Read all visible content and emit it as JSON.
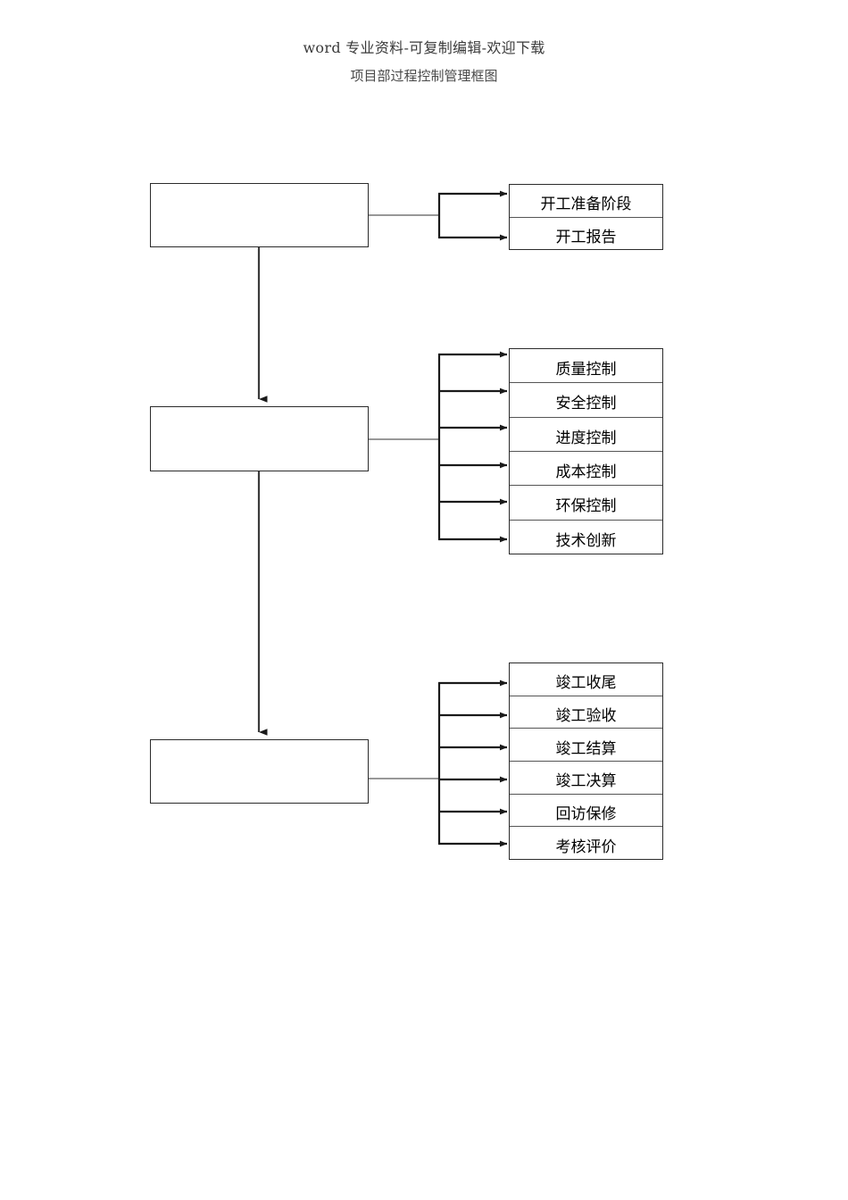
{
  "header": {
    "watermark_text": "word 专业资料-可复制编辑-欢迎下载",
    "document_title": "项目部过程控制管理框图"
  },
  "diagram": {
    "type": "flowchart",
    "orientation": "vertical-with-right-branches",
    "colors": {
      "box_border": "#2b2b2b",
      "cell_divider": "#555555",
      "connector": "#2b2b2b",
      "background": "#ffffff",
      "header_text": "#3a3a3a",
      "title_text": "#4a4a4a"
    },
    "stages": [
      {
        "id": "stage-1",
        "stage_label": "",
        "items": [
          {
            "label": "开工准备阶段"
          },
          {
            "label": "开工报告"
          }
        ]
      },
      {
        "id": "stage-2",
        "stage_label": "",
        "items": [
          {
            "label": "质量控制"
          },
          {
            "label": "安全控制"
          },
          {
            "label": "进度控制"
          },
          {
            "label": "成本控制"
          },
          {
            "label": "环保控制"
          },
          {
            "label": "技术创新"
          }
        ]
      },
      {
        "id": "stage-3",
        "stage_label": "",
        "items": [
          {
            "label": "竣工收尾"
          },
          {
            "label": "竣工验收"
          },
          {
            "label": "竣工结算"
          },
          {
            "label": "竣工决算"
          },
          {
            "label": "回访保修"
          },
          {
            "label": "考核评价"
          }
        ]
      }
    ],
    "flow_arrows": [
      {
        "from": "stage-1",
        "to": "stage-2",
        "direction": "down"
      },
      {
        "from": "stage-2",
        "to": "stage-3",
        "direction": "down"
      }
    ]
  }
}
